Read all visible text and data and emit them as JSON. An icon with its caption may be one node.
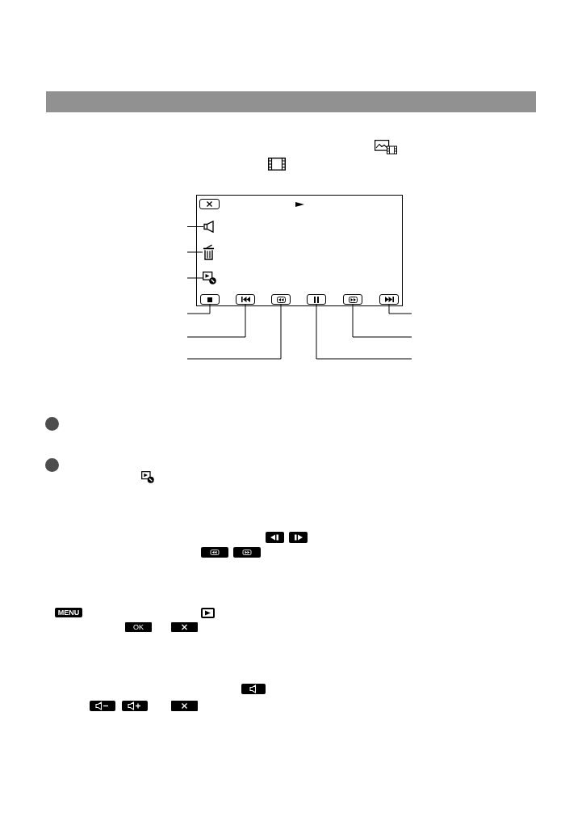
{
  "diagram": {
    "nodes": [
      {
        "text": [],
        "shape": "bar"
      },
      {
        "text": [],
        "shape": "box"
      },
      {
        "text": [],
        "shape": "box",
        "in": 1
      },
      {
        "text": [],
        "shape": "picture",
        "in": 1
      },
      {
        "text": [],
        "shape": "picture",
        "in": 1
      },
      {
        "text": [],
        "shape": "picture",
        "in": 1
      },
      {
        "text": [],
        "shape": "box",
        "in": 1
      },
      {
        "text": [],
        "shape": "box",
        "in": 1
      },
      {
        "text": [],
        "shape": "box",
        "in": 1
      },
      {
        "text": [],
        "shape": "box",
        "in": 1
      },
      {
        "text": [],
        "shape": "box",
        "in": 1
      },
      {
        "text": [],
        "shape": "box",
        "in": 1
      }
    ],
    "edges": [
      {
        "from": null,
        "to": 3,
        "arrow": "none"
      },
      {
        "from": null,
        "to": 4,
        "arrow": "none"
      },
      {
        "from": null,
        "to": 5,
        "arrow": "none"
      },
      {
        "from": null,
        "to": 6,
        "arrow": "none"
      },
      {
        "from": null,
        "to": 7,
        "arrow": "none"
      },
      {
        "from": null,
        "to": 8,
        "arrow": "none"
      },
      {
        "from": null,
        "to": 9,
        "arrow": "none"
      },
      {
        "from": null,
        "to": 10,
        "arrow": "none"
      },
      {
        "from": null,
        "to": 11,
        "arrow": "none"
      }
    ],
    "labels": [
      "MENU",
      "OK"
    ]
  }
}
